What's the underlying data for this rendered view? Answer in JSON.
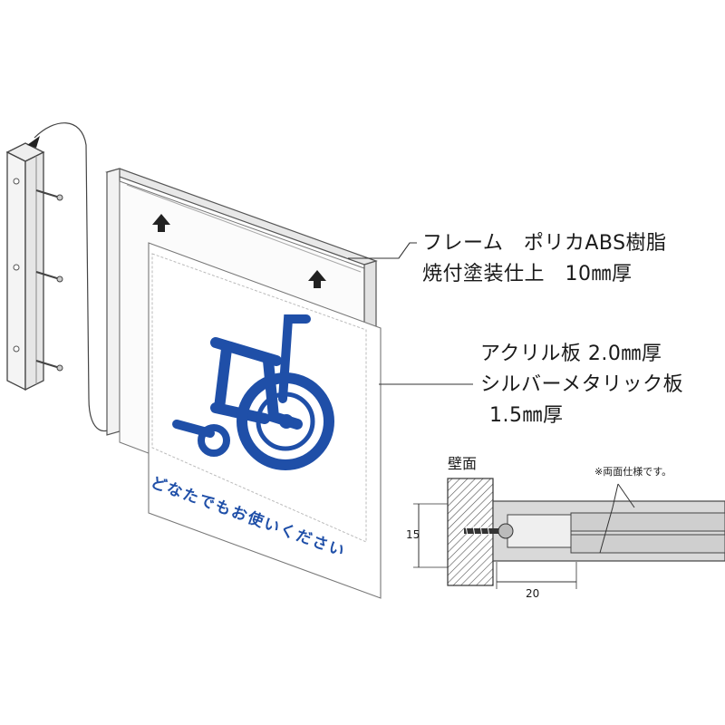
{
  "labels": {
    "frame_line1": "フレーム　ポリカABS樹脂",
    "frame_line2": "焼付塗装仕上　10㎜厚",
    "acrylic_line1": "アクリル板  2.0㎜厚",
    "acrylic_line2": "シルバーメタリック板",
    "acrylic_line3": "1.5㎜厚",
    "wall": "壁面",
    "double_sided_note": "※両面仕様です。",
    "dim_height": "15",
    "dim_width": "20"
  },
  "sign": {
    "message": "どなたでもお使いください",
    "symbol": "wheelchair-icon",
    "symbol_color": "#1f4fa8"
  }
}
